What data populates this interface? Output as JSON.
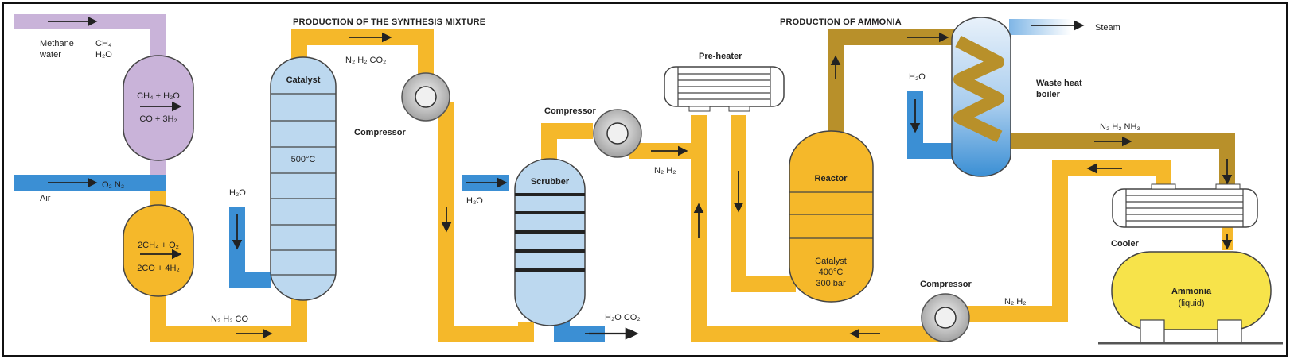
{
  "headings": {
    "synthesis": "PRODUCTION OF THE SYNTHESIS MIXTURE",
    "ammonia": "PRODUCTION OF AMMONIA"
  },
  "inputs": {
    "methane": "Methane",
    "water": "water",
    "ch4": "CH₄",
    "h2o": "H₂O",
    "air": "Air",
    "o2n2": "O₂ N₂"
  },
  "reformer_top": {
    "reactants": "CH₄ + H₂O",
    "products": "CO + 3H₂"
  },
  "reformer_bottom": {
    "reactants": "2CH₄ + O₂",
    "products": "2CO + 4H₂"
  },
  "labels": {
    "n2h2co": "N₂ H₂ CO",
    "catalyst": "Catalyst",
    "temp1": "500°C",
    "h2o_left": "H₂O",
    "n2h2co2": "N₂ H₂ CO₂",
    "compressor1": "Compressor",
    "compressor2": "Compressor",
    "scrubber": "Scrubber",
    "h2o_scrub": "H₂O",
    "h2oco2_out": "H₂O CO₂",
    "n2h2_a": "N₂ H₂",
    "preheater": "Pre-heater",
    "reactor": "Reactor",
    "reactor_cat": "Catalyst",
    "reactor_temp": "400°C",
    "reactor_pressure": "300 bar",
    "steam": "Steam",
    "h2o_boiler": "H₂O",
    "waste_heat_1": "Waste heat",
    "waste_heat_2": "boiler",
    "n2h2nh3": "N₂  H₂  NH₃",
    "cooler": "Cooler",
    "compressor3": "Compressor",
    "n2h2_b": "N₂ H₂",
    "ammonia": "Ammonia",
    "liquid": "(liquid)"
  },
  "colors": {
    "pipe_yellow": "#f5b82a",
    "pipe_blue": "#3b8fd4",
    "pipe_brown": "#b8902a",
    "purple": "#c9b3d9",
    "vessel_blue": "#bcd8ef",
    "tank_yellow": "#f7e34a"
  }
}
